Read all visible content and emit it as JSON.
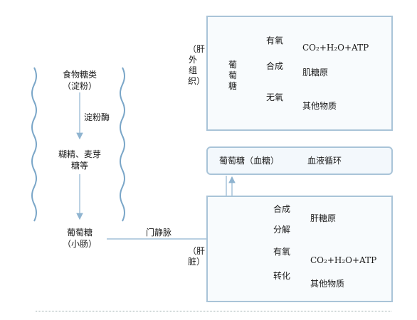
{
  "intestine": {
    "food_sugar": "食物糖类",
    "starch": "（淀粉）",
    "amylase": "淀粉酶",
    "dextrin_maltose": "糊精、麦芽",
    "sugars_etc": "糖等",
    "glucose": "葡萄糖",
    "small_intestine": "（小肠）"
  },
  "portal_vein": "门静脉",
  "blood": {
    "glucose_label": "葡萄糖（血糖）",
    "circulation": "血液循环"
  },
  "extrahepatic": {
    "title": "（肝外组织）",
    "glucose": "葡萄糖",
    "aerobic": "有氧",
    "aerobic_product": "CO₂+H₂O+ATP",
    "synthesis": "合成",
    "synthesis_product": "肌糖原",
    "anaerobic": "无氧",
    "anaerobic_product": "其他物质"
  },
  "liver": {
    "title": "（肝脏）",
    "synthesis": "合成",
    "decomposition": "分解",
    "glycogen": "肝糖原",
    "aerobic": "有氧",
    "aerobic_product": "CO₂+H₂O+ATP",
    "conversion": "转化",
    "conversion_product": "其他物质"
  },
  "colors": {
    "line": "#8fb4d0",
    "box_border": "#a9c4d8",
    "wavy": "#7aa6c8"
  }
}
